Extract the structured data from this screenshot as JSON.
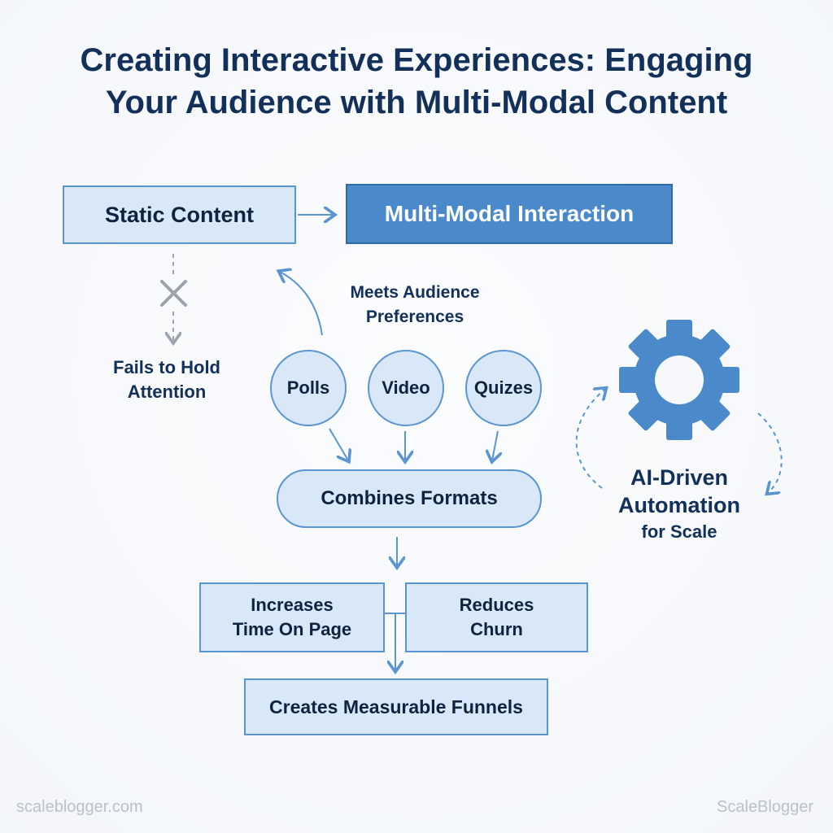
{
  "title": {
    "line1": "Creating Interactive Experiences: Engaging",
    "line2": "Your Audience with Multi-Modal Content"
  },
  "nodes": {
    "static_content": "Static Content",
    "multi_modal": "Multi-Modal Interaction",
    "fails_line1": "Fails to Hold",
    "fails_line2": "Attention",
    "meets_line1": "Meets Audience",
    "meets_line2": "Preferences",
    "polls": "Polls",
    "video": "Video",
    "quizes": "Quizes",
    "combines": "Combines Formats",
    "increases_line1": "Increases",
    "increases_line2": "Time On Page",
    "reduces_line1": "Reduces",
    "reduces_line2": "Churn",
    "funnels": "Creates Measurable Funnels",
    "ai_line1": "AI-Driven",
    "ai_line2": "Automation",
    "ai_line3": "for Scale"
  },
  "icons": {
    "fail_mark": "x-icon",
    "automation": "gear-icon"
  },
  "colors": {
    "title": "#12305a",
    "accent": "#4a8acb",
    "box_fill": "#d9e8f8",
    "box_border": "#5b95d1",
    "fail_mark": "#9aa3ad",
    "footer": "#b8c2cf"
  },
  "footer": {
    "left": "scaleblogger.com",
    "right": "ScaleBlogger"
  }
}
